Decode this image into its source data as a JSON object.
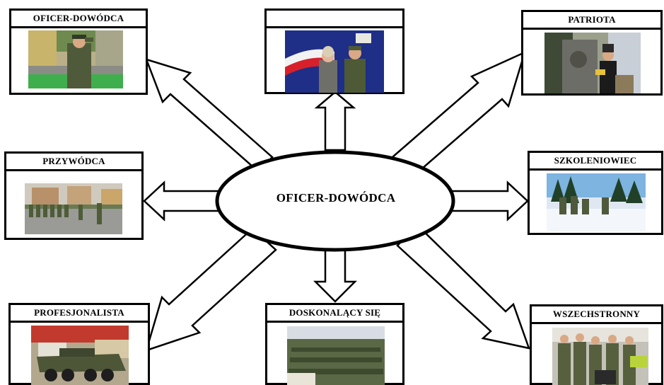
{
  "center": {
    "label": "OFICER-DOWÓDCA"
  },
  "nodes": [
    {
      "id": "top-left",
      "title": "OFICER-DOWÓDCA",
      "photo": "officer-saluting"
    },
    {
      "id": "top",
      "title": "",
      "photo": "officers-with-flag"
    },
    {
      "id": "top-right",
      "title": "PATRIOTA",
      "photo": "honor-guard-monument"
    },
    {
      "id": "left",
      "title": "PRZYWÓDCA",
      "photo": "soldiers-marching"
    },
    {
      "id": "right",
      "title": "SZKOLENIOWIEC",
      "photo": "winter-training"
    },
    {
      "id": "bottom-left",
      "title": "PROFESJONALISTA",
      "photo": "armored-vehicle"
    },
    {
      "id": "bottom",
      "title": "DOSKONALĄCY SIĘ",
      "photo": "lecture-hall"
    },
    {
      "id": "bottom-right",
      "title": "WSZECHSTRONNY",
      "photo": "soldiers-group"
    }
  ]
}
